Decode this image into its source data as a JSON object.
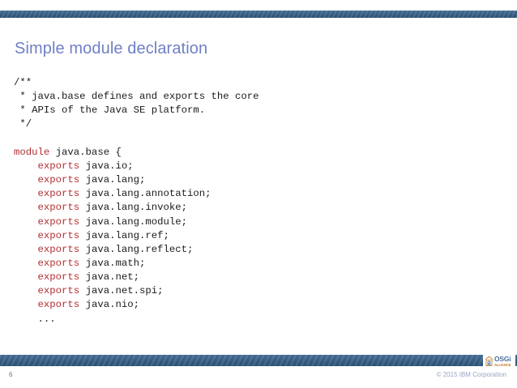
{
  "slide": {
    "title": "Simple module declaration",
    "page_number": "6",
    "copyright": "© 2015 IBM Corporation",
    "accent_color": "#3b6389",
    "title_color": "#6f7fc6",
    "keyword_color": "#b13033",
    "code_color": "#1a1a1a"
  },
  "code": {
    "language": "java",
    "lines": [
      {
        "indent": "",
        "keyword": "",
        "text": "/**"
      },
      {
        "indent": "",
        "keyword": "",
        "text": " * java.base defines and exports the core"
      },
      {
        "indent": "",
        "keyword": "",
        "text": " * APIs of the Java SE platform."
      },
      {
        "indent": "",
        "keyword": "",
        "text": " */"
      },
      {
        "indent": "",
        "keyword": "",
        "text": ""
      },
      {
        "indent": "",
        "keyword": "module",
        "text": " java.base {"
      },
      {
        "indent": "    ",
        "keyword": "exports",
        "text": " java.io;"
      },
      {
        "indent": "    ",
        "keyword": "exports",
        "text": " java.lang;"
      },
      {
        "indent": "    ",
        "keyword": "exports",
        "text": " java.lang.annotation;"
      },
      {
        "indent": "    ",
        "keyword": "exports",
        "text": " java.lang.invoke;"
      },
      {
        "indent": "    ",
        "keyword": "exports",
        "text": " java.lang.module;"
      },
      {
        "indent": "    ",
        "keyword": "exports",
        "text": " java.lang.ref;"
      },
      {
        "indent": "    ",
        "keyword": "exports",
        "text": " java.lang.reflect;"
      },
      {
        "indent": "    ",
        "keyword": "exports",
        "text": " java.math;"
      },
      {
        "indent": "    ",
        "keyword": "exports",
        "text": " java.net;"
      },
      {
        "indent": "    ",
        "keyword": "exports",
        "text": " java.net.spi;"
      },
      {
        "indent": "    ",
        "keyword": "exports",
        "text": " java.nio;"
      },
      {
        "indent": "    ",
        "keyword": "",
        "text": "..."
      }
    ]
  },
  "logo": {
    "name": "OSGi",
    "subtitle": "Alliance"
  }
}
